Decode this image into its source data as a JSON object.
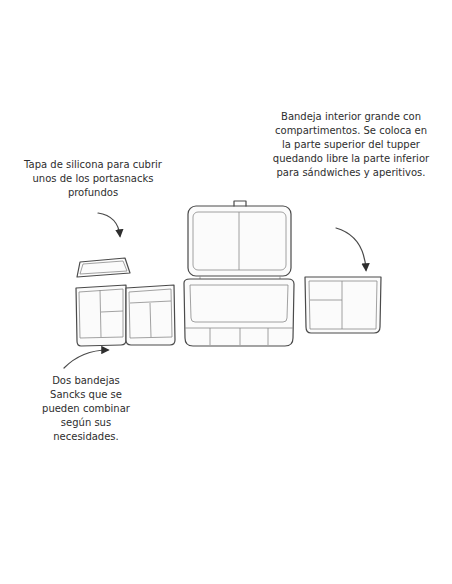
{
  "diagram": {
    "labels": [
      "Bandeja interior grande con compartimentos. Se coloca en la parte superior del tupper quedando libre la parte inferior para sándwiches y aperitivos.",
      "Tapa de silicona para cubrir unos de los portasnacks profundos",
      "Dos bandejas Sancks que se pueden combinar según sus necesidades."
    ]
  }
}
